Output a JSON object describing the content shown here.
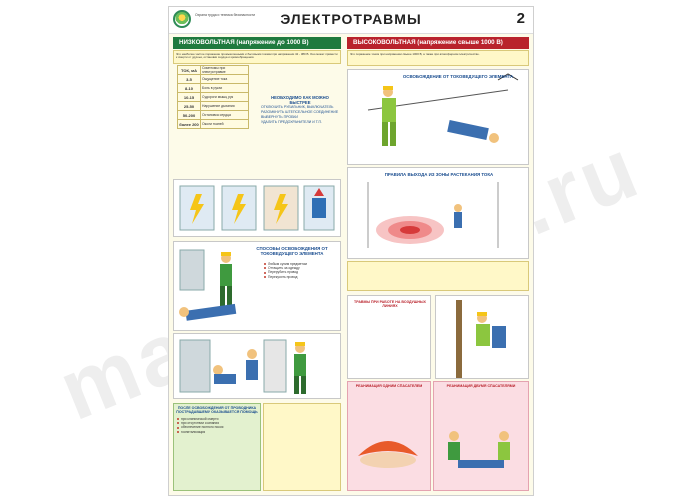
{
  "header": {
    "org": "Охрана труда и техника безопасности",
    "title": "ЭЛЕКТРОТРАВМЫ",
    "page_number": "2"
  },
  "low_voltage": {
    "label": "НИЗКОВОЛЬТНАЯ (напряжение до 1000 В)",
    "intro": "Это наиболее частое поражение промышленными и бытовыми токами при напряжении 42 - 380 В. Оно может привести к смерти от удушья, остановки сердца и кровообращения.",
    "table_header": [
      "ТОК, мА",
      "Симптомы при электротравме"
    ],
    "table_rows": [
      {
        "current": "3-5",
        "symptom": "Ощущение тока"
      },
      {
        "current": "8-10",
        "symptom": "Боль в руках"
      },
      {
        "current": "10-15",
        "symptom": "Судороги мышц рук"
      },
      {
        "current": "25-50",
        "symptom": "Нарушение дыхания"
      },
      {
        "current": "50-200",
        "symptom": "Остановка сердца"
      },
      {
        "current": "более 200",
        "symptom": "Ожоги тканей"
      }
    ],
    "methods": {
      "heading": "НЕОБХОДИМО КАК МОЖНО БЫСТРЕЕ",
      "items": [
        "ОТКЛЮЧИТЬ РУБИЛЬНИК, ВЫКЛЮЧАТЕЛЬ",
        "РАЗОМКНУТЬ ШТЕПСЕЛЬНОЕ СОЕДИНЕНИЕ",
        "ВЫВЕРНУТЬ ПРОБКИ",
        "УДАЛИТЬ ПРЕДОХРАНИТЕЛИ И Т.П."
      ]
    },
    "release_title": "СПОСОБЫ ОСВОБОЖДЕНИЯ ОТ ТОКОВЕДУЩЕГО ЭЛЕМЕНТА",
    "release_items": [
      "Любым сухим предметом",
      "Оттащить за одежду",
      "Перерубить провод",
      "Перекусить провод"
    ],
    "after_title": "ПОСЛЕ ОСВОБОЖДЕНИЯ ОТ ПРОВОДНИКА ПОСТРАДАВШЕМУ ОКАЗЫВАЕТСЯ ПОМОЩЬ",
    "after_items": [
      "при клинической смерти",
      "при отсутствии сознания",
      "обеспечение полного покоя",
      "госпитализация"
    ]
  },
  "high_voltage": {
    "label": "ВЫСОКОВОЛЬТНАЯ (напряжение свыше 1000 В)",
    "intro": "Это поражение током при напряжении свыше 1000 В, а также при атмосферном электричестве.",
    "release_title": "ОСВОБОЖДЕНИЕ ОТ ТОКОВЕДУЩЕГО ЭЛЕМЕНТА",
    "exit_title": "ПРАВИЛА ВЫХОДА ИЗ ЗОНЫ РАСТЕКАНИЯ ТОКА",
    "height_title": "ТРАВМЫ ПРИ РАБОТЕ НА ВОЗДУШНЫХ ЛИНИЯХ",
    "one_rescuer": "РЕАНИМАЦИЯ ОДНИМ СПАСАТЕЛЕМ",
    "two_rescuers": "РЕАНИМАЦИЯ ДВУМЯ СПАСАТЕЛЯМИ"
  },
  "watermark": "magazin-ot.ru",
  "colors": {
    "low": "#1f7a3e",
    "high": "#b9232c",
    "accent": "#1a4d8f"
  }
}
